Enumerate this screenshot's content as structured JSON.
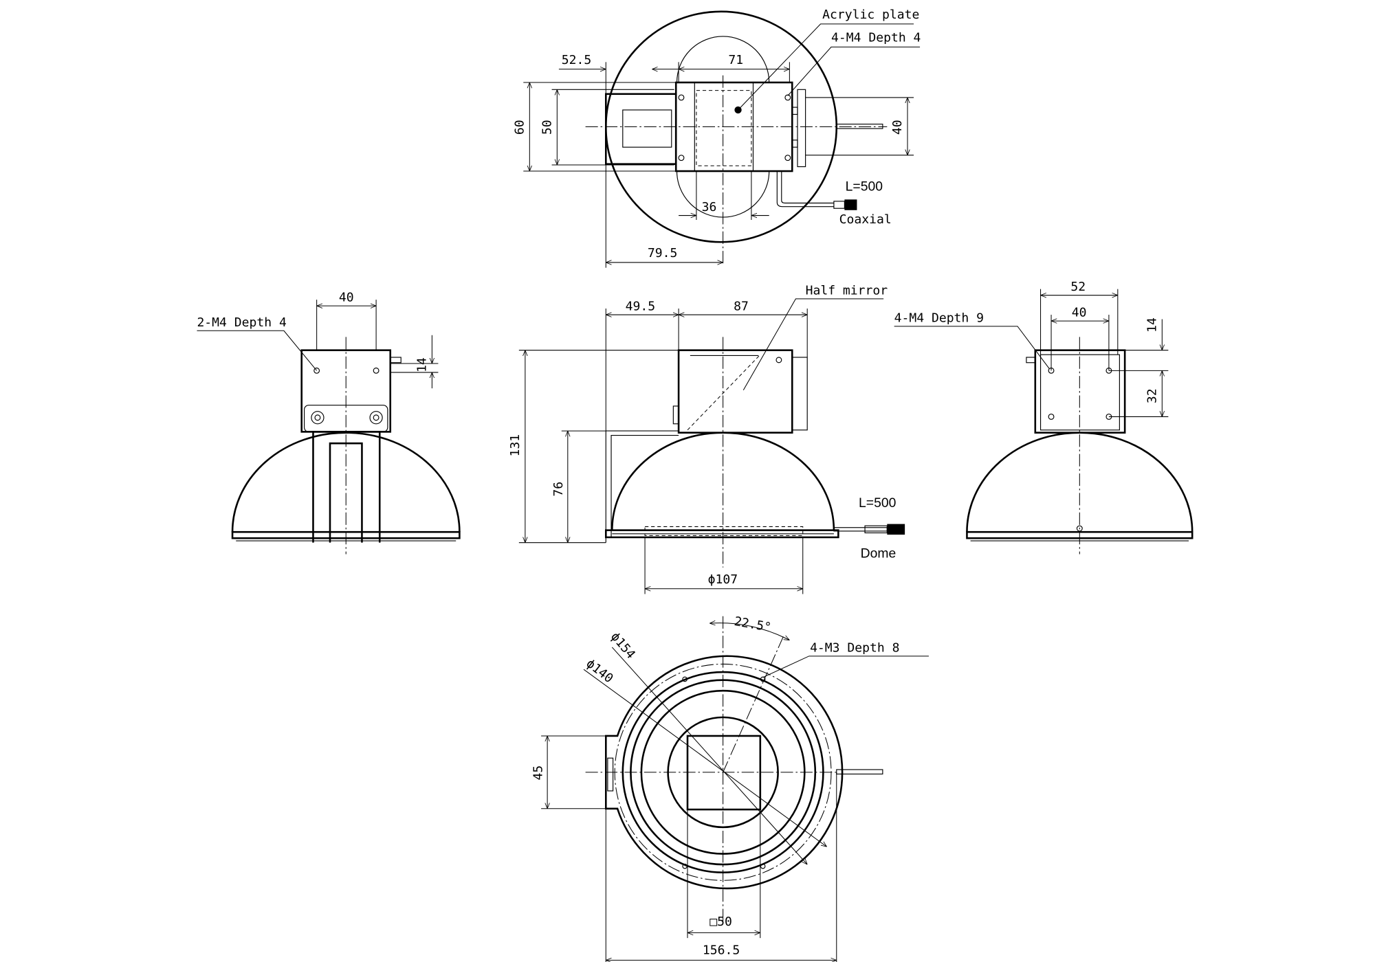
{
  "colors": {
    "line": "#000000",
    "background": "#ffffff"
  },
  "top_view": {
    "dim_left": "52.5",
    "dim_body": "71",
    "dim_height_outer": "60",
    "dim_height_inner": "50",
    "dim_flange": "40",
    "dim_window": "36",
    "dim_center": "79.5",
    "label_acrylic": "Acrylic plate",
    "label_holes": "4-M4 Depth 4",
    "label_cable_len": "L=500",
    "label_cable": "Coaxial"
  },
  "front_view": {
    "dim_left": "49.5",
    "dim_body": "87",
    "dim_total_height": "131",
    "dim_dome_height": "76",
    "dim_aperture": "ϕ107",
    "label_mirror": "Half mirror",
    "label_cable_len": "L=500",
    "label_cable": "Dome"
  },
  "left_view": {
    "dim_width": "40",
    "dim_hole": "14",
    "label_holes": "2-M4 Depth 4"
  },
  "right_view": {
    "dim_outer": "52",
    "dim_inner": "40",
    "dim_top": "14",
    "dim_pitch": "32",
    "label_holes": "4-M4 Depth 9"
  },
  "bottom_view": {
    "dim_angle": "22.5°",
    "dim_d154": "ϕ154",
    "dim_d140": "ϕ140",
    "label_holes": "4-M3 Depth 8",
    "dim_tab": "45",
    "dim_square": "□50",
    "dim_total": "156.5"
  }
}
